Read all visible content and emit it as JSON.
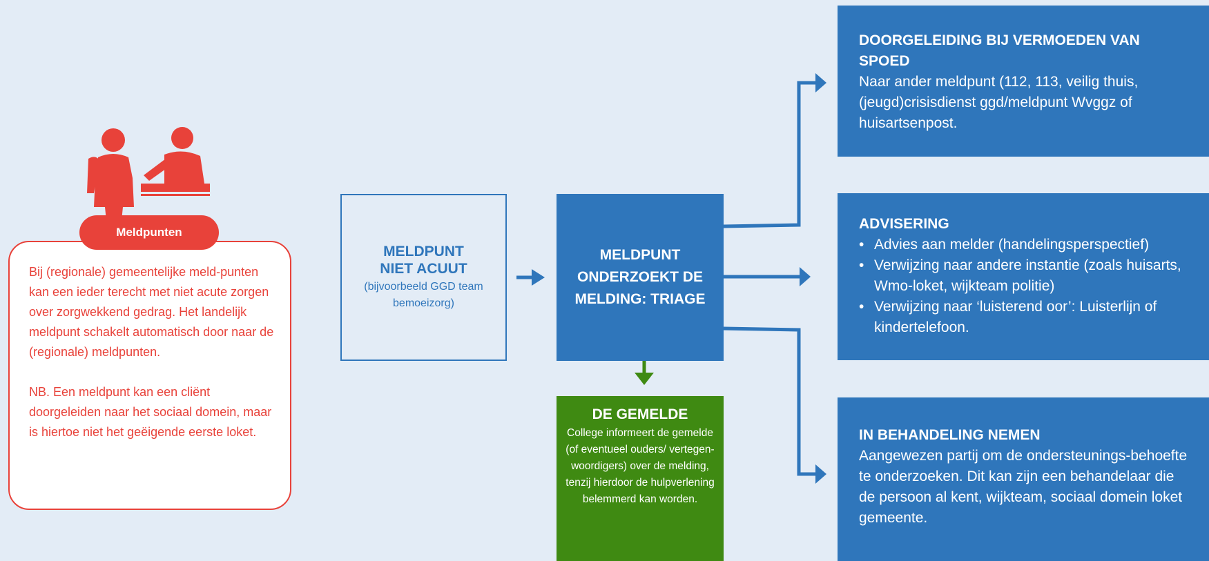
{
  "colors": {
    "background": "#e3ecf6",
    "blue": "#2f76bb",
    "red": "#e8423a",
    "green": "#3f8a12"
  },
  "meldpunten": {
    "label": "Meldpunten",
    "icon": "person-at-desk-icon",
    "para1": "Bij (regionale) gemeentelijke meld-punten kan een ieder terecht met niet acute zorgen over zorgwekkend gedrag. Het landelijk meldpunt schakelt automatisch door naar de (regionale) meldpunten.",
    "para2": "NB. Een meldpunt kan een cliënt doorgeleiden naar het sociaal domein, maar is hiertoe niet het geëigende eerste loket."
  },
  "niet_acuut": {
    "title_line1": "MELDPUNT",
    "title_line2": "NIET ACUUT",
    "subtitle": "(bijvoorbeeld GGD team bemoeizorg)"
  },
  "triage": {
    "line1": "MELDPUNT",
    "line2": "ONDERZOEKT DE",
    "line3": "MELDING: TRIAGE"
  },
  "gemelde": {
    "title": "DE GEMELDE",
    "body": "College informeert de gemelde (of eventueel ouders/ vertegen-woordigers) over de melding, tenzij hierdoor de hulpverlening belemmerd kan worden."
  },
  "spoed": {
    "title": "DOORGELEIDING BIJ VERMOEDEN VAN SPOED",
    "body": "Naar ander meldpunt (112, 113, veilig thuis, (jeugd)crisisdienst ggd/meldpunt Wvggz of huisartsenpost."
  },
  "advisering": {
    "title": "ADVISERING",
    "items": [
      "Advies aan melder (handelingsperspectief)",
      "Verwijzing naar andere instantie (zoals huisarts, Wmo-loket, wijkteam politie)",
      "Verwijzing naar ‘luisterend oor’: Luisterlijn of kindertelefoon."
    ]
  },
  "behandeling": {
    "title": "IN BEHANDELING NEMEN",
    "body": "Aangewezen partij om de ondersteunings-behoefte te onderzoeken. Dit kan zijn een behandelaar die de persoon al kent, wijkteam, sociaal domein loket gemeente."
  }
}
